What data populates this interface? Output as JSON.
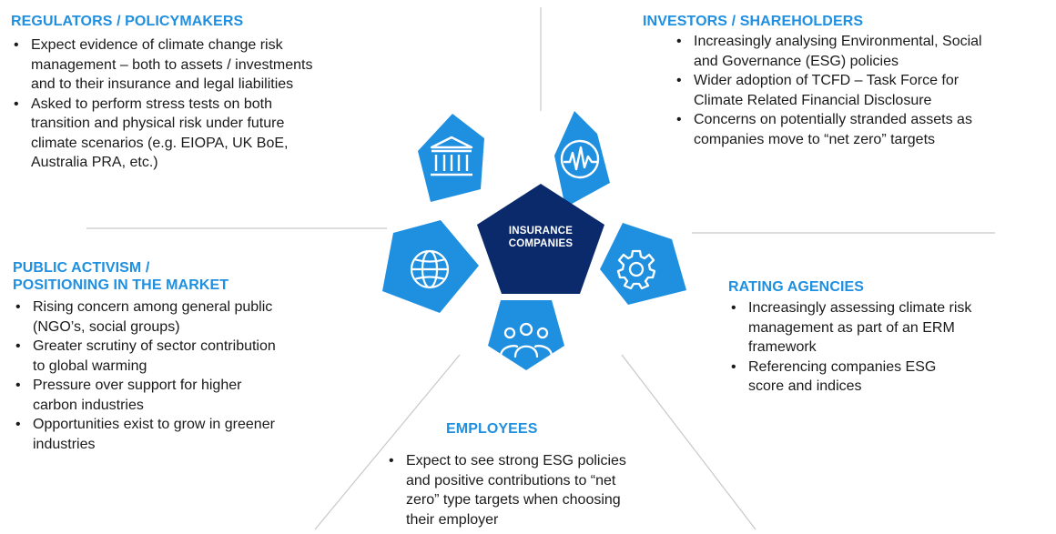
{
  "center": {
    "lines": [
      "INSURANCE",
      "COMPANIES"
    ]
  },
  "icons": {
    "regulators": "bank-icon",
    "investors": "pulse-chart-icon",
    "rating": "gear-icon",
    "employees": "people-group-icon",
    "public": "globe-icon"
  },
  "colors": {
    "accent": "#1f8fe0",
    "center": "#0b2a6b",
    "divider": "#c8c8c8"
  },
  "regulators": {
    "heading": "REGULATORS / POLICYMAKERS",
    "bullets": [
      [
        "Expect evidence of climate change risk",
        "management – both to assets / investments",
        "and to their insurance and legal liabilities"
      ],
      [
        "Asked to perform stress tests on both",
        "transition and physical risk under future",
        "climate scenarios (e.g. EIOPA, UK BoE,",
        "Australia PRA, etc.)"
      ]
    ]
  },
  "investors": {
    "heading": "INVESTORS / SHAREHOLDERS",
    "bullets": [
      [
        "Increasingly analysing Environmental, Social",
        "and Governance (ESG) policies"
      ],
      [
        "Wider adoption of TCFD – Task Force for",
        "Climate Related Financial Disclosure"
      ],
      [
        "Concerns on potentially stranded assets as",
        "companies move to “net zero” targets"
      ]
    ]
  },
  "public": {
    "heading_lines": [
      "PUBLIC ACTIVISM /",
      "POSITIONING IN THE MARKET"
    ],
    "bullets": [
      [
        "Rising concern among general public",
        "(NGO’s, social groups)"
      ],
      [
        "Greater scrutiny of sector contribution",
        "to global warming"
      ],
      [
        "Pressure over support for higher",
        "carbon industries"
      ],
      [
        "Opportunities exist to grow in greener",
        "industries"
      ]
    ]
  },
  "rating": {
    "heading": "RATING AGENCIES",
    "bullets": [
      [
        "Increasingly assessing climate risk",
        "management as part of an ERM",
        "framework"
      ],
      [
        "Referencing companies ESG",
        "score and indices"
      ]
    ]
  },
  "employees": {
    "heading": "EMPLOYEES",
    "bullets": [
      [
        "Expect to see strong ESG policies",
        "and positive contributions to “net",
        "zero” type targets when choosing",
        "their employer"
      ]
    ]
  }
}
